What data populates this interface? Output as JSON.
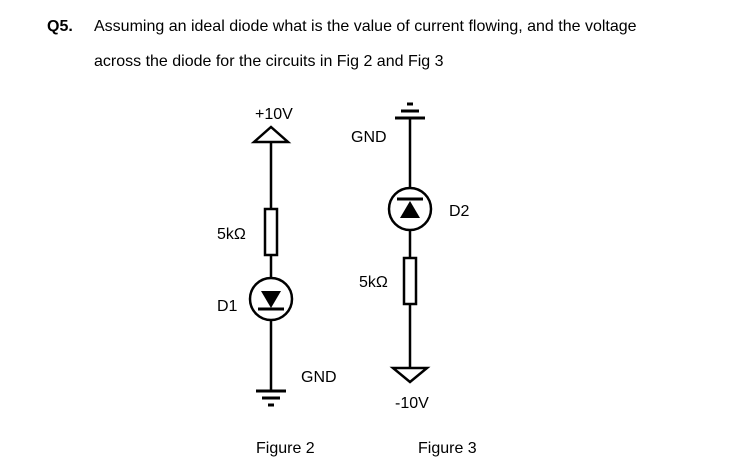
{
  "question": {
    "number": "Q5.",
    "line1": "Assuming an ideal diode what is the value of current flowing, and the voltage",
    "line2": "across the diode for the circuits in Fig 2 and Fig 3"
  },
  "figure2": {
    "supply_label": "+10V",
    "resistor_label": "5kΩ",
    "diode_label": "D1",
    "ground_label": "GND",
    "caption": "Figure 2"
  },
  "figure3": {
    "ground_label": "GND",
    "diode_label": "D2",
    "resistor_label": "5kΩ",
    "supply_label": "-10V",
    "caption": "Figure 3"
  }
}
